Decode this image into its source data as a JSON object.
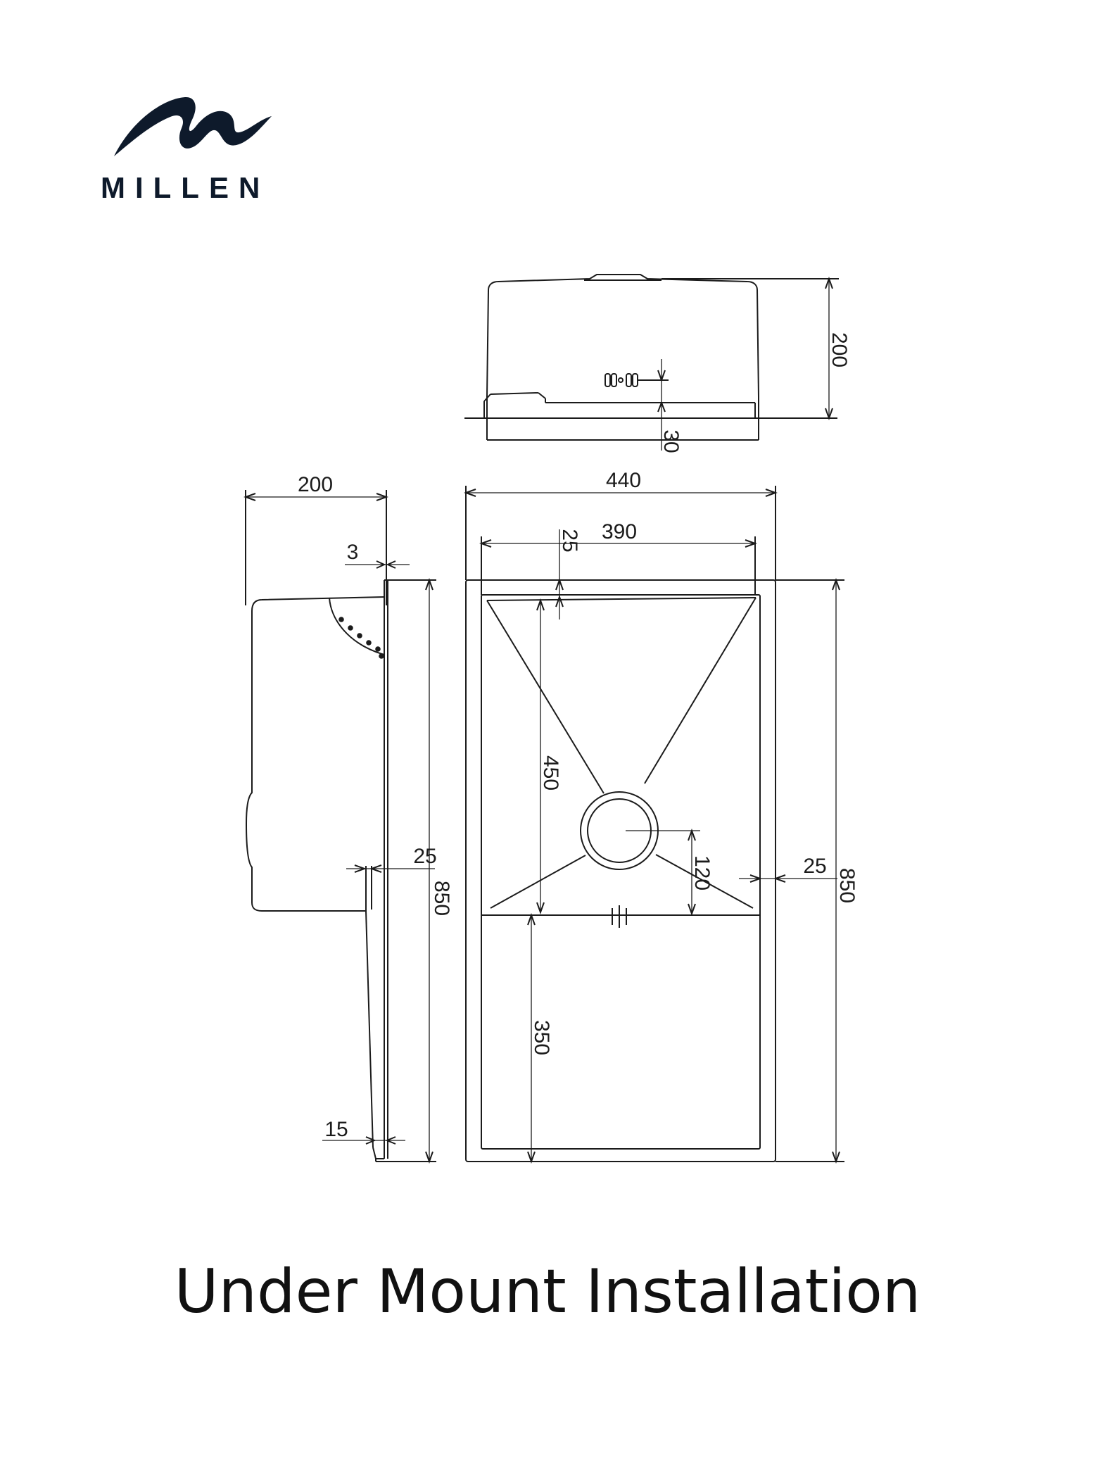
{
  "brand": {
    "name": "MILLEN",
    "logo_icon": "wave-m-logo",
    "color": "#0e1a2b"
  },
  "dimensions": {
    "top_height": "200",
    "top_rim": "30",
    "side_width": "200",
    "side_thickness": "3",
    "side_step": "25",
    "side_height": "850",
    "side_bottom": "15",
    "overall_width": "440",
    "inner_width": "390",
    "inner_offset": "25",
    "bowl_length": "450",
    "drain_offset": "120",
    "right_margin": "25",
    "overall_length": "850",
    "drainboard_length": "350"
  },
  "caption": "Under Mount Installation"
}
